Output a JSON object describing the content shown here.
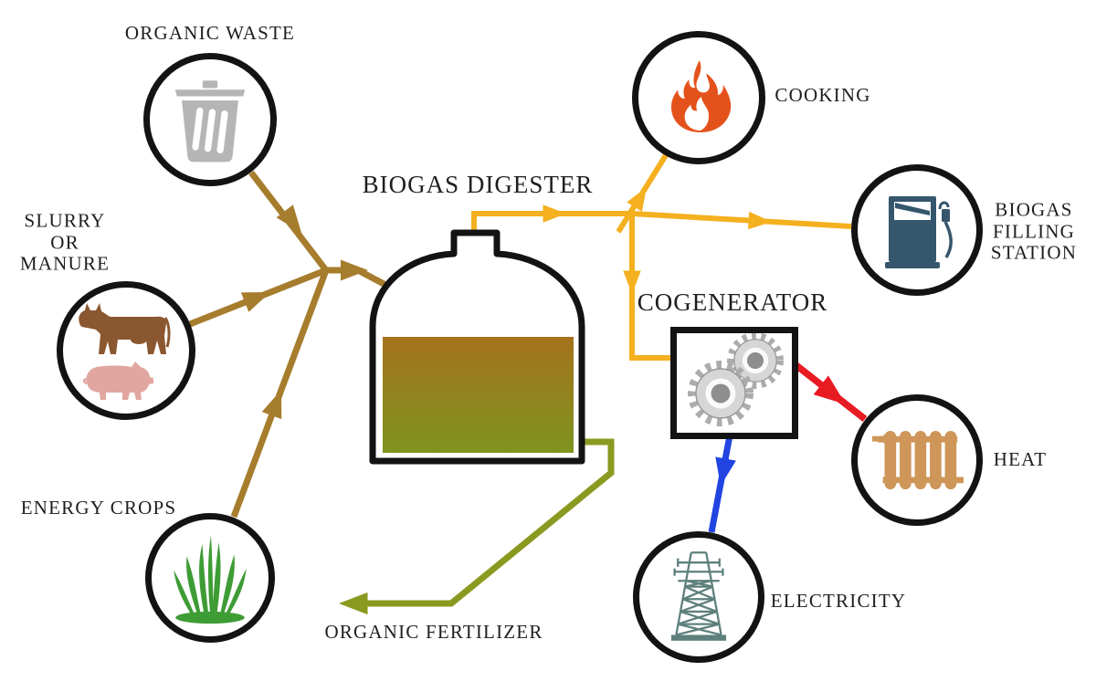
{
  "nodes": {
    "organic_waste": {
      "label": "ORGANIC WASTE",
      "icon": "trash-can-icon"
    },
    "slurry_or_manure": {
      "lines": [
        "SLURRY",
        "OR",
        "MANURE"
      ],
      "icon": "cow-and-pig-icon"
    },
    "energy_crops": {
      "label": "ENERGY CROPS",
      "icon": "grass-icon"
    },
    "biogas_digester": {
      "label": "BIOGAS DIGESTER",
      "icon": "digester-tank"
    },
    "cooking": {
      "label": "COOKING",
      "icon": "flame-icon"
    },
    "biogas_filling_station": {
      "lines": [
        "BIOGAS",
        "FILLING",
        "STATION"
      ],
      "icon": "fuel-pump-icon"
    },
    "cogenerator": {
      "label": "COGENERATOR",
      "icon": "gears-icon"
    },
    "heat": {
      "label": "HEAT",
      "icon": "radiator-icon"
    },
    "electricity": {
      "label": "ELECTRICITY",
      "icon": "power-tower-icon"
    },
    "organic_fertilizer": {
      "label": "ORGANIC FERTILIZER"
    }
  },
  "flows": [
    {
      "name": "organic-waste-to-digester",
      "color": "#A67C2D"
    },
    {
      "name": "slurry-to-digester",
      "color": "#A67C2D"
    },
    {
      "name": "energy-crops-to-digester",
      "color": "#A67C2D"
    },
    {
      "name": "feedstock-into-digester",
      "color": "#A67C2D"
    },
    {
      "name": "biogas-main-line",
      "color": "#F4B01E"
    },
    {
      "name": "biogas-to-cooking",
      "color": "#F4B01E"
    },
    {
      "name": "biogas-to-filling-station",
      "color": "#F4B01E"
    },
    {
      "name": "biogas-to-cogenerator",
      "color": "#F4B01E"
    },
    {
      "name": "cogenerator-to-heat",
      "color": "#E81B23"
    },
    {
      "name": "cogenerator-to-electricity",
      "color": "#2245E2"
    },
    {
      "name": "digester-to-fertilizer",
      "color": "#8A9A20"
    }
  ],
  "colors": {
    "outline": "#131313",
    "text": "#1E1E1E",
    "digester_liquid_top": "#A5721C",
    "digester_liquid_bottom": "#7E941F",
    "trash_gray": "#B5B5B5",
    "cow_brown": "#8B5731",
    "pig_pink": "#E2A6A1",
    "grass_green": "#3E9C35",
    "flame_orange": "#E4521B",
    "pump_slate": "#35566C",
    "radiator_tan": "#CE9659",
    "tower_teal": "#5E807C",
    "gear_gray": "#ACACAC"
  }
}
